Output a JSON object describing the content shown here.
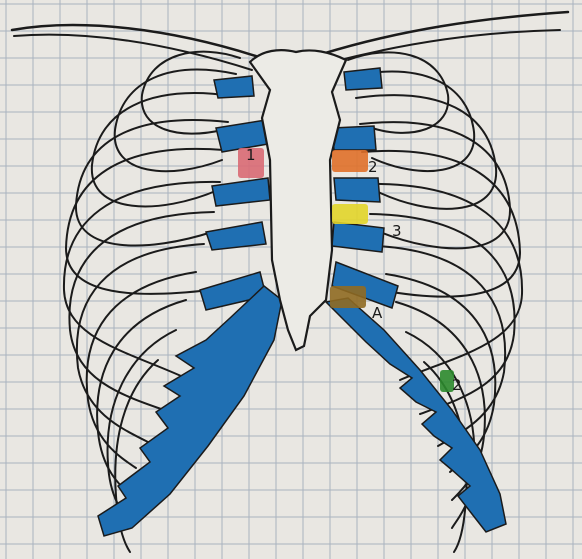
{
  "colors": {
    "paper": "#e9e7e2",
    "grid": "#a9b3bf",
    "ink": "#1b1b1b",
    "cartilage": "#1f6fb2",
    "marker_red": "#d96a74",
    "marker_orange": "#e0702a",
    "marker_yellow": "#e2d52a",
    "marker_brown": "#8f6a22",
    "marker_green": "#2c8a2e"
  },
  "markers": {
    "left_1": {
      "label": "1",
      "color": "marker_red"
    },
    "right_2": {
      "label": "2",
      "color": "marker_orange"
    },
    "right_3": {
      "label": "3",
      "color": "marker_yellow"
    },
    "right_4": {
      "label": "A",
      "color": "marker_brown"
    },
    "right_5": {
      "label": "2",
      "color": "marker_green"
    }
  },
  "icons": [
    "rib-cage-drawing"
  ]
}
